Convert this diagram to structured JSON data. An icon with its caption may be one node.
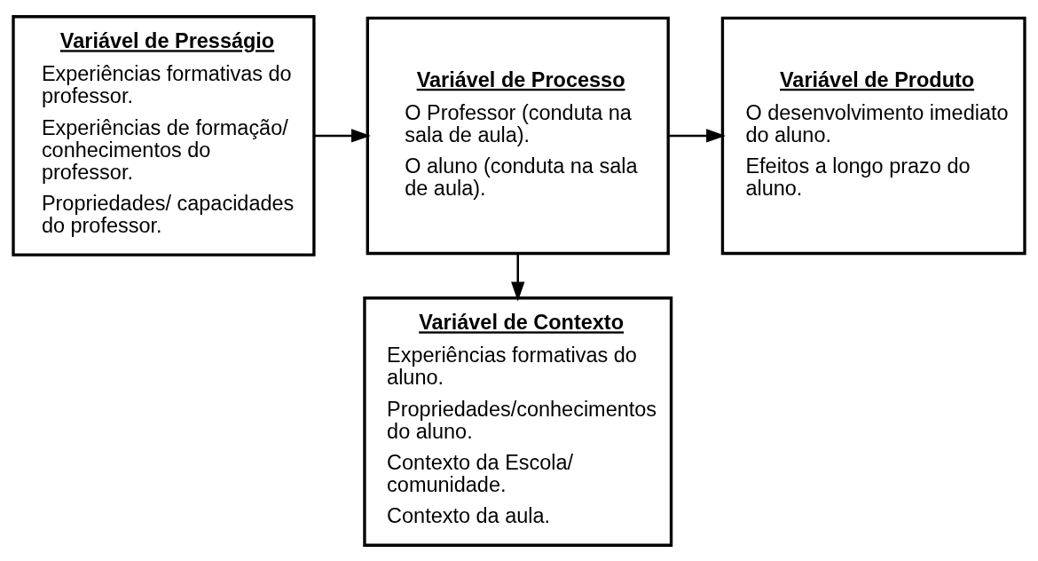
{
  "diagram": {
    "nodes": [
      {
        "text": [
          "Variável de Presságio",
          "Experiências formativas do professor.",
          "Experiências de formação/ conhecimentos do professor.",
          "Propriedades/ capacidades do professor."
        ]
      },
      {
        "text": [
          "Variável de Processo",
          "O Professor (conduta na sala de aula).",
          "O aluno (conduta na sala de aula)."
        ]
      },
      {
        "text": [
          "Variável de Produto",
          "O desenvolvimento imediato do aluno.",
          "Efeitos a longo prazo do aluno."
        ]
      },
      {
        "text": [
          "Variável de Contexto",
          "Experiências formativas do aluno.",
          "Propriedades/conhecimentos do aluno.",
          "Contexto da Escola/ comunidade.",
          "Contexto da aula."
        ]
      }
    ],
    "edges": [
      {
        "from": 0,
        "to": 1,
        "arrow": "to"
      },
      {
        "from": 1,
        "to": 2,
        "arrow": "to"
      },
      {
        "from": 1,
        "to": 3,
        "arrow": "to"
      }
    ]
  }
}
